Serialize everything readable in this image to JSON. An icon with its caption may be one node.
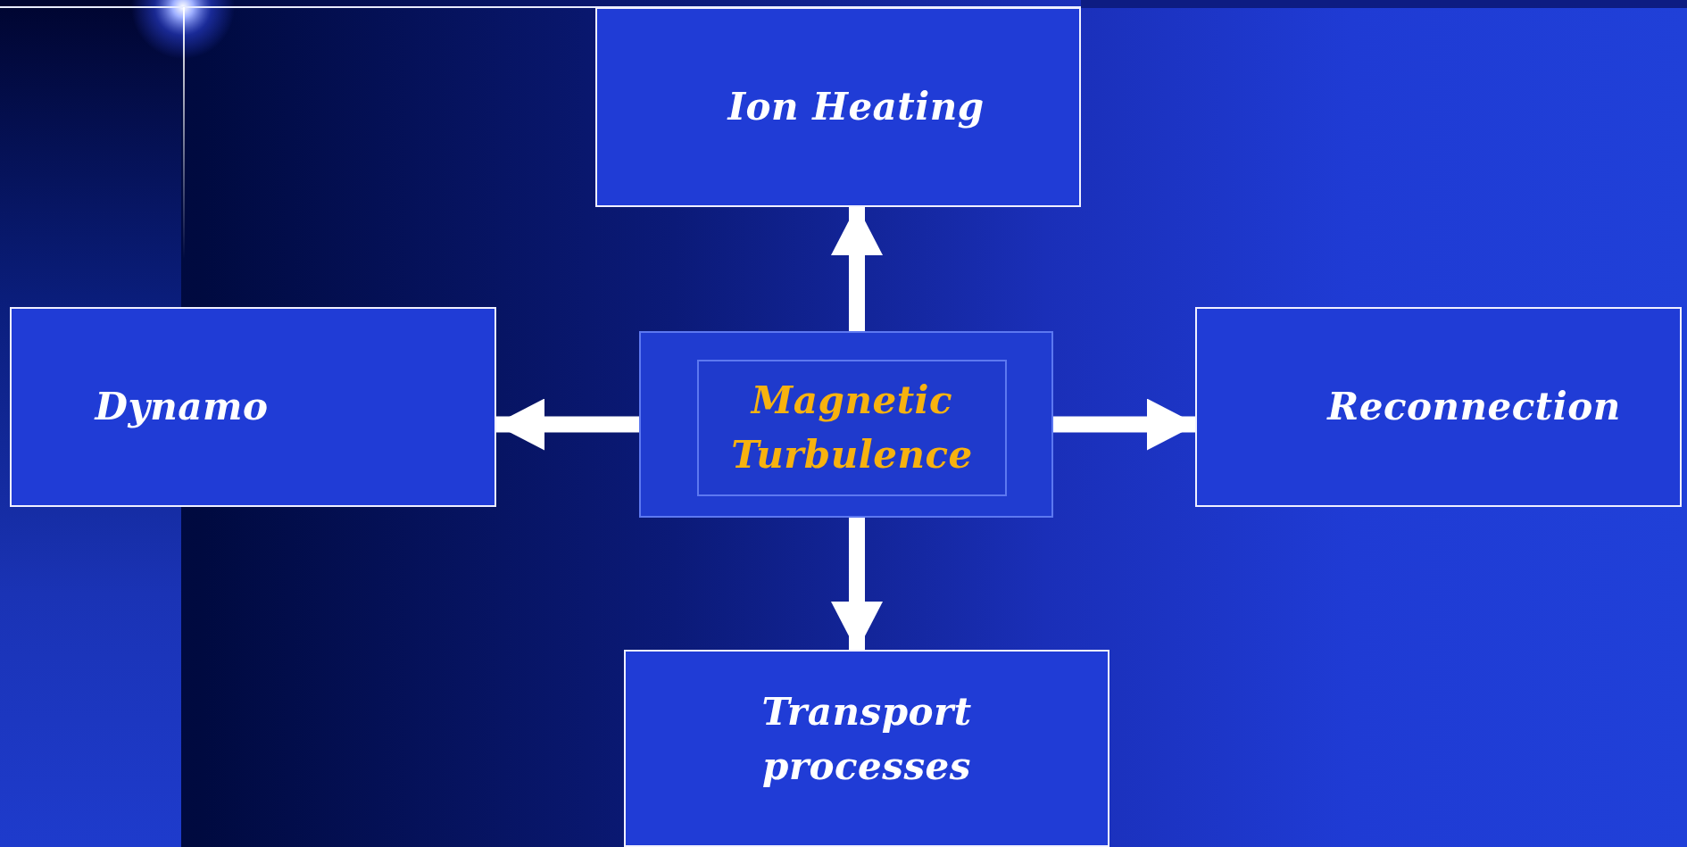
{
  "diagram": {
    "nodes": [
      {
        "text": [
          "Ion Heating"
        ]
      },
      {
        "text": [
          "Dynamo"
        ]
      },
      {
        "text": [],
        "shape": "box"
      },
      {
        "text": [
          "Magnetic Turbulence"
        ],
        "in": 2
      },
      {
        "text": [
          "Reconnection"
        ]
      },
      {
        "text": [
          "Transport processes"
        ]
      }
    ],
    "edges": [
      {
        "from": 2,
        "to": 0,
        "arrow": "to"
      },
      {
        "from": 2,
        "to": 1,
        "arrow": "to"
      },
      {
        "from": 2,
        "to": 4,
        "arrow": "to"
      },
      {
        "from": 2,
        "to": 5,
        "arrow": "to"
      }
    ]
  }
}
